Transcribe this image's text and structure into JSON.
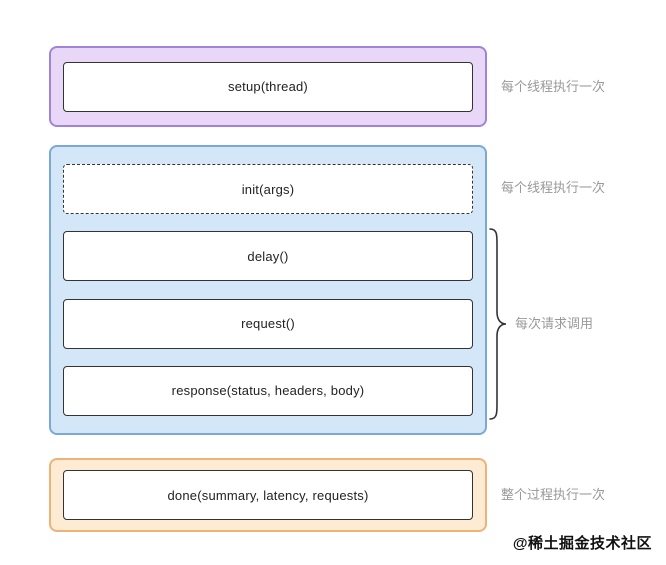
{
  "diagram": {
    "setup": {
      "label": "setup(thread)",
      "annotation": "每个线程执行一次"
    },
    "cycle": {
      "init": {
        "label": "init(args)",
        "annotation": "每个线程执行一次"
      },
      "delay": {
        "label": "delay()"
      },
      "request": {
        "label": "request()"
      },
      "response": {
        "label": "response(status, headers, body)"
      },
      "brace_annotation": "每次请求调用"
    },
    "done": {
      "label": "done(summary, latency, requests)",
      "annotation": "整个过程执行一次"
    },
    "watermark": "@稀土掘金技术社区",
    "colors": {
      "purple_fill": "#e9d7f8",
      "purple_border": "#a183d9",
      "blue_fill": "#d4e7f8",
      "blue_border": "#7ba9d6",
      "orange_fill": "#fdebd3",
      "orange_border": "#eeb377",
      "box_border": "#333333",
      "annotation_text": "#999999"
    }
  }
}
